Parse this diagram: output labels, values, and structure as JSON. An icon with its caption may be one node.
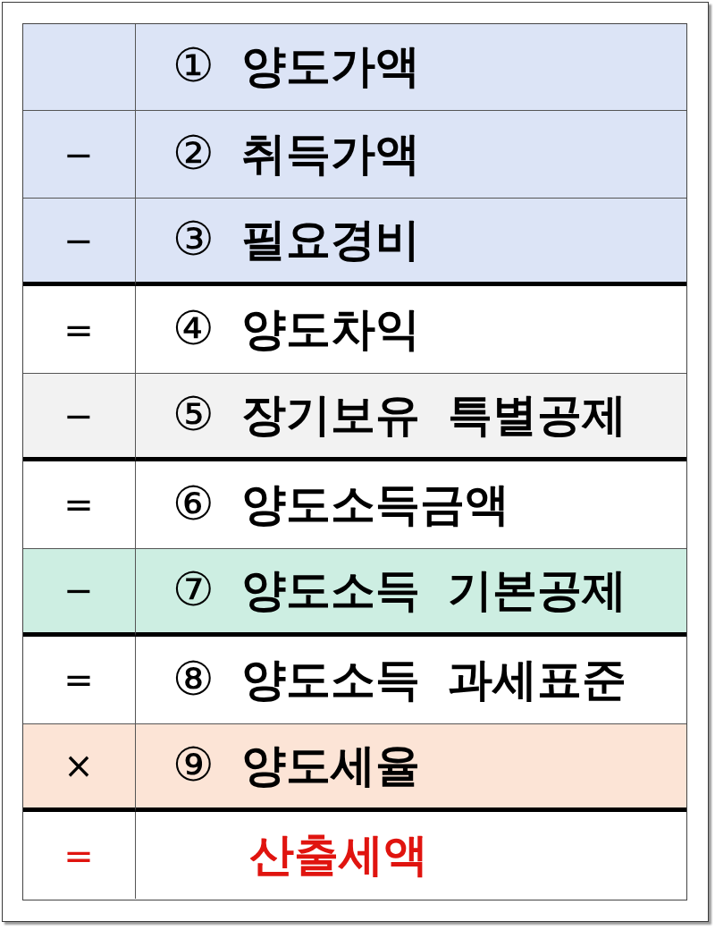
{
  "diagram": {
    "labels": [
      "① **양도가액**",
      "−",
      "② **취득가액**",
      "−",
      "③ **필요경비**",
      "=",
      "④ **양도차익**",
      "−",
      "⑤ **장기보유 특별공제**",
      "=",
      "⑥ **양도소득금액**",
      "−",
      "⑦ **양도소득 기본공제**",
      "=",
      "⑧ **양도소득 과세표준**",
      "×",
      "⑨ **양도세율**",
      "=",
      "산출세액"
    ]
  }
}
